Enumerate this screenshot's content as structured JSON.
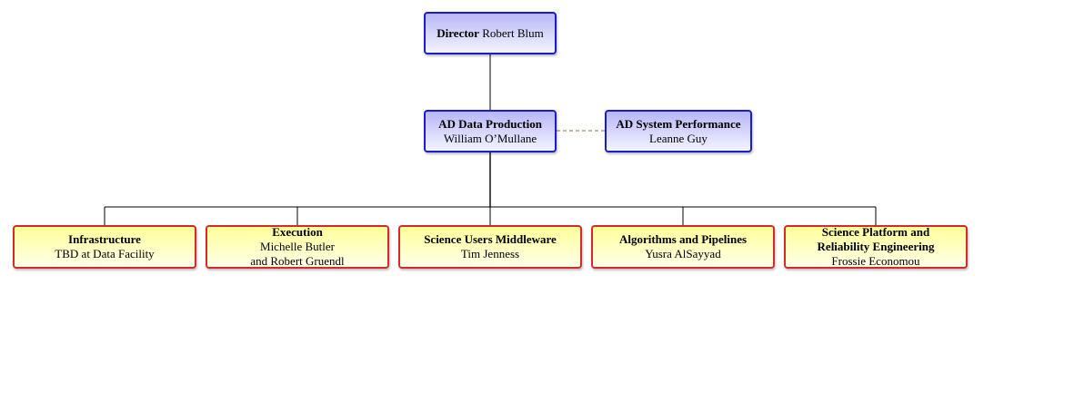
{
  "org_chart": {
    "director": {
      "role": "Director",
      "name": "Robert Blum"
    },
    "data_production": {
      "role": "AD Data Production",
      "name": "William O’Mullane"
    },
    "system_performance": {
      "role": "AD System Performance",
      "name": "Leanne Guy"
    },
    "groups": [
      {
        "role": "Infrastructure",
        "lines": [
          "TBD at Data Facility"
        ]
      },
      {
        "role": "Execution",
        "lines": [
          "Michelle Butler",
          "and Robert Gruendl"
        ]
      },
      {
        "role": "Science Users Middleware",
        "lines": [
          "Tim Jenness"
        ]
      },
      {
        "role": "Algorithms and Pipelines",
        "lines": [
          "Yusra AlSayyad"
        ]
      },
      {
        "role": "Science Platform and",
        "role2": "Reliability Engineering",
        "lines": [
          "Frossie Economou"
        ]
      }
    ],
    "colors": {
      "manager_border": "#1c1ccf",
      "group_border": "#d42a2a",
      "dotted_link": "#b08a55"
    }
  }
}
